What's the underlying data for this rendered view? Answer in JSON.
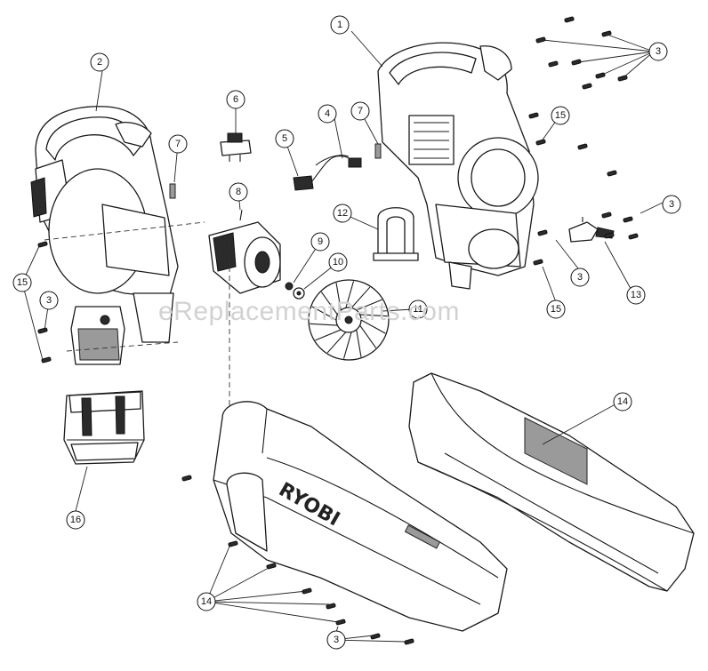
{
  "watermark": "eReplacementParts.com",
  "brand_text": "RYOBI",
  "callouts": [
    {
      "label": "1"
    },
    {
      "label": "2"
    },
    {
      "label": "3"
    },
    {
      "label": "3"
    },
    {
      "label": "3"
    },
    {
      "label": "3"
    },
    {
      "label": "3"
    },
    {
      "label": "4"
    },
    {
      "label": "5"
    },
    {
      "label": "6"
    },
    {
      "label": "7"
    },
    {
      "label": "7"
    },
    {
      "label": "8"
    },
    {
      "label": "9"
    },
    {
      "label": "10"
    },
    {
      "label": "11"
    },
    {
      "label": "12"
    },
    {
      "label": "13"
    },
    {
      "label": "14"
    },
    {
      "label": "14"
    },
    {
      "label": "15"
    },
    {
      "label": "15"
    },
    {
      "label": "15"
    },
    {
      "label": "16"
    }
  ]
}
